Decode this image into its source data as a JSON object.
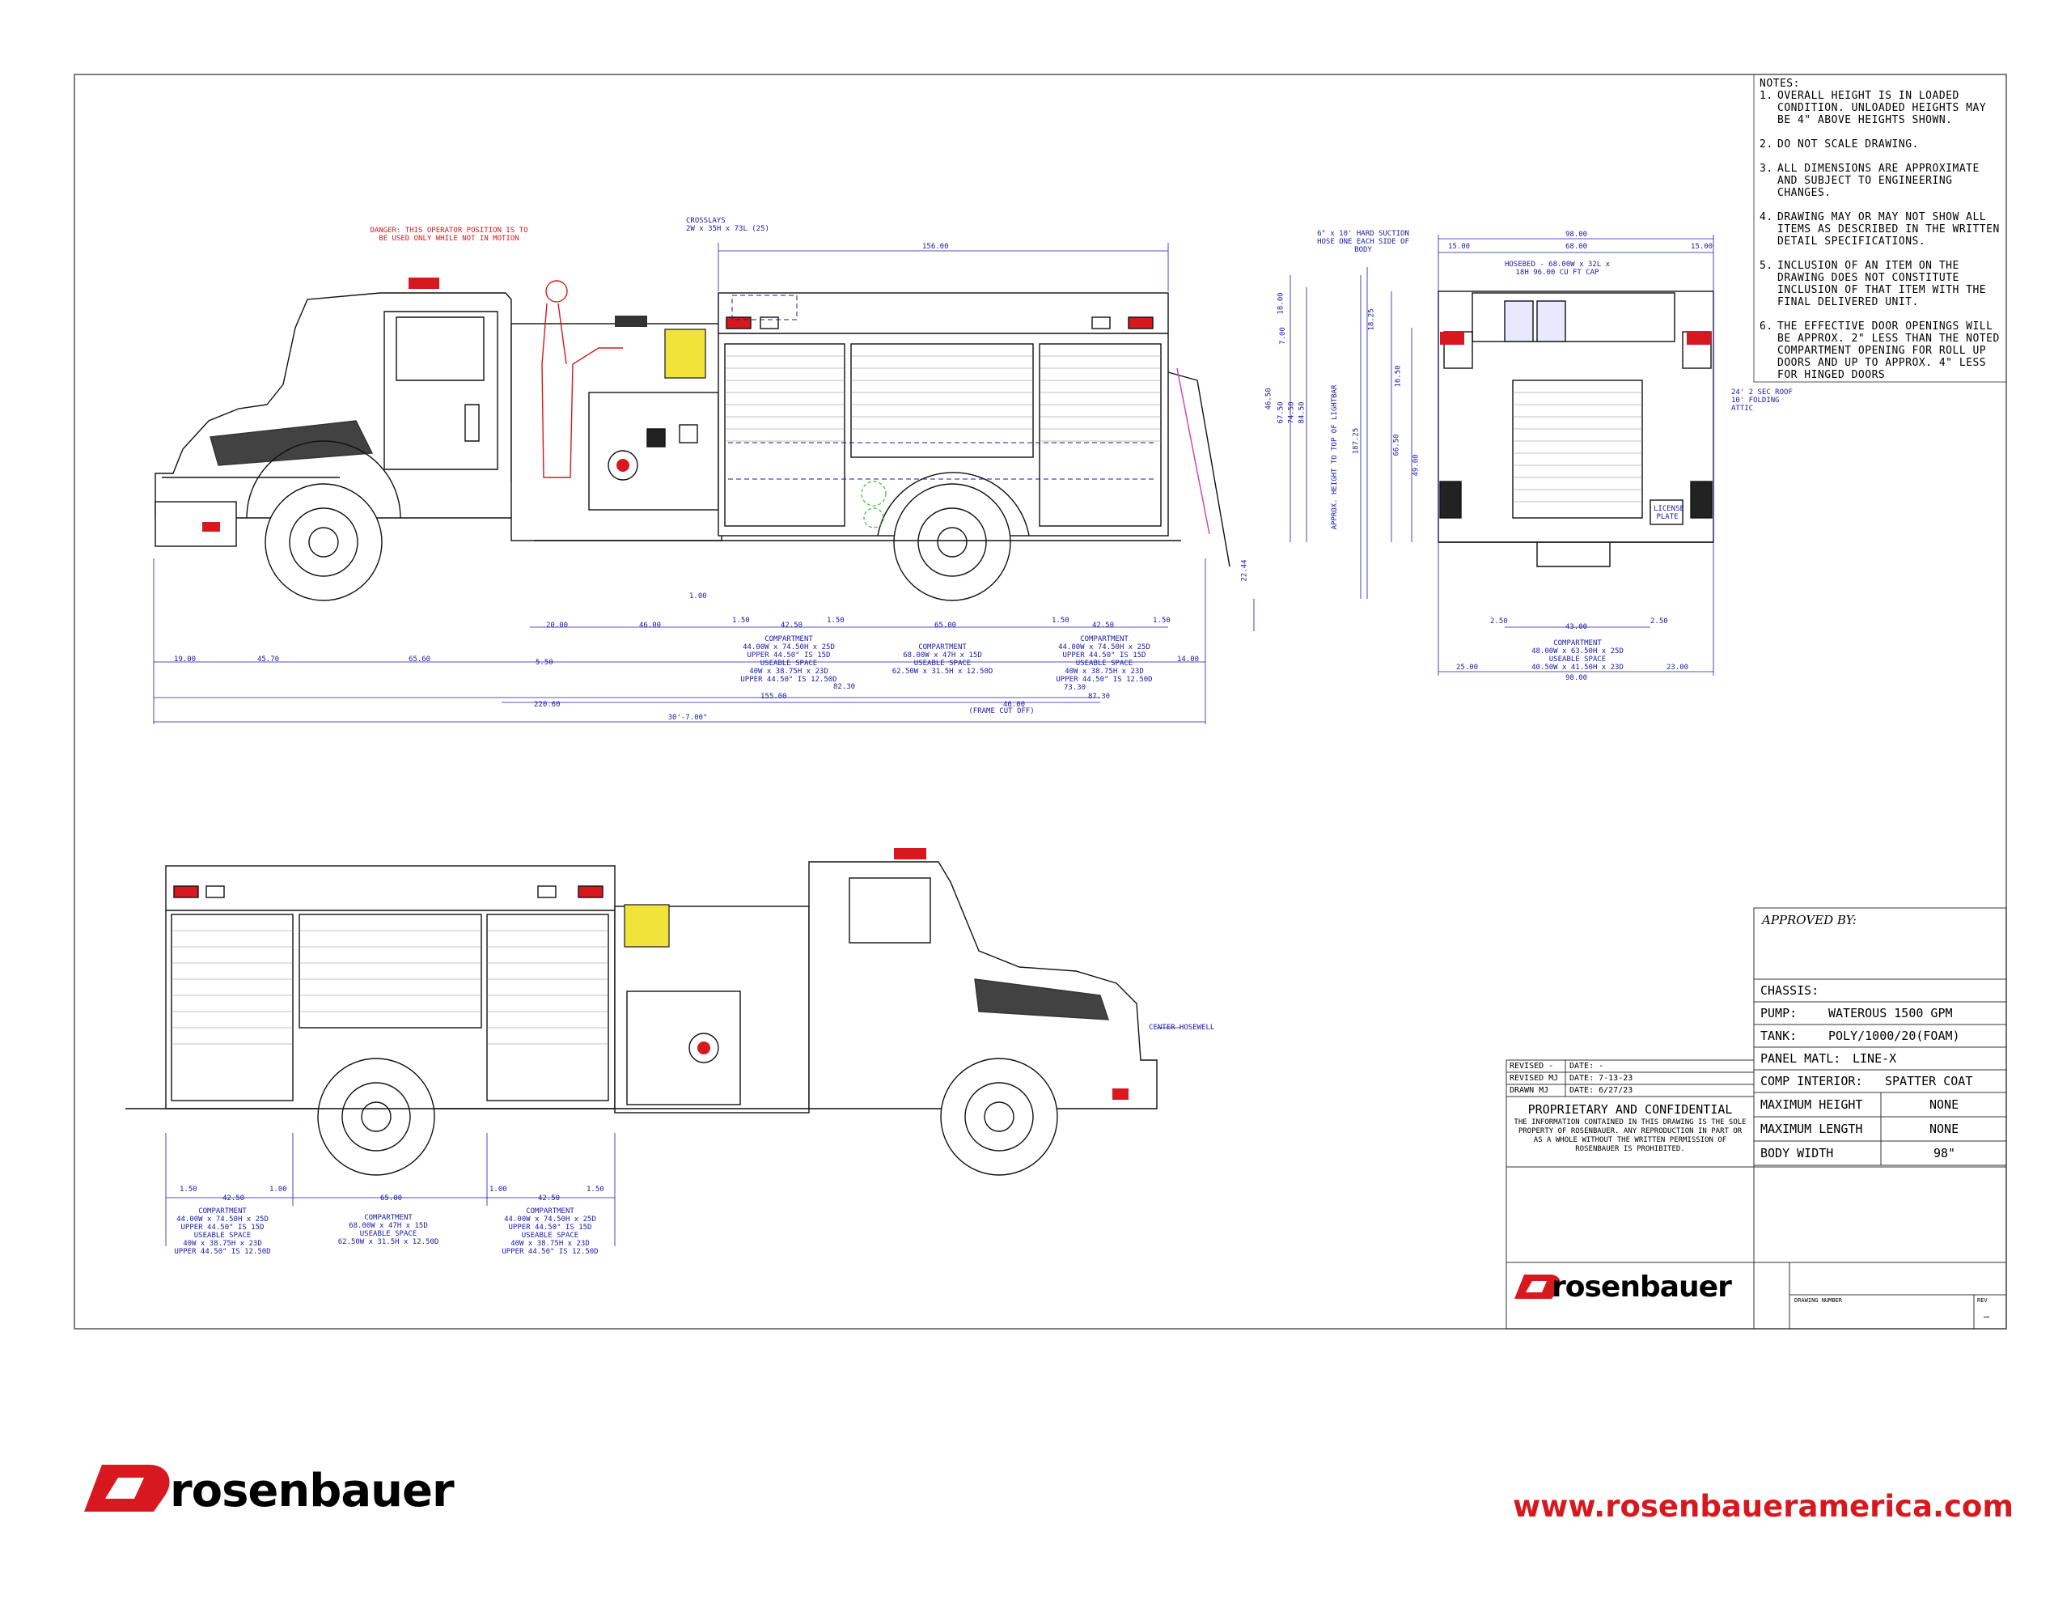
{
  "notes": {
    "heading": "NOTES:",
    "items": [
      {
        "num": "1.",
        "text": "OVERALL HEIGHT IS IN LOADED CONDITION. UNLOADED HEIGHTS MAY BE 4\" ABOVE HEIGHTS SHOWN."
      },
      {
        "num": "2.",
        "text": "DO NOT SCALE DRAWING."
      },
      {
        "num": "3.",
        "text": "ALL DIMENSIONS ARE APPROXIMATE AND SUBJECT TO ENGINEERING CHANGES."
      },
      {
        "num": "4.",
        "text": "DRAWING MAY OR MAY NOT SHOW ALL ITEMS AS DESCRIBED IN THE WRITTEN DETAIL SPECIFICATIONS."
      },
      {
        "num": "5.",
        "text": "INCLUSION OF AN ITEM ON THE DRAWING DOES NOT CONSTITUTE INCLUSION OF THAT ITEM WITH THE FINAL DELIVERED UNIT."
      },
      {
        "num": "6.",
        "text": "THE EFFECTIVE DOOR OPENINGS WILL BE APPROX. 2\" LESS THAN THE NOTED COMPARTMENT OPENING FOR ROLL UP DOORS AND UP TO APPROX. 4\" LESS FOR HINGED DOORS"
      }
    ]
  },
  "annotations": {
    "danger": "DANGER: THIS OPERATOR POSITION IS TO BE USED ONLY WHILE NOT IN MOTION",
    "crosslays": "CROSSLAYS",
    "crosslays_detail": "2W x 35H x 73L (25)",
    "hard_suction": "6\" x 10' HARD SUCTION HOSE ONE EACH SIDE OF BODY",
    "hosebed": "HOSEBED - 68.00W x 32L x 18H 96.00 CU FT CAP",
    "ladder": "24' 2 SEC ROOF 10' FOLDING ATTIC",
    "center_hosewell": "CENTER HOSEWELL",
    "frame_cut": "(FRAME CUT OFF)",
    "overall_length": "30'-7.00\"",
    "overall_height": "APPROX. HEIGHT TO TOP OF LIGHTBAR",
    "license": "LICENSE PLATE"
  },
  "side_dims": {
    "top": [
      "156.00"
    ],
    "lower": [
      "20.00",
      "46.00",
      "1.50",
      "42.50",
      "1.50",
      "65.00",
      "1.50",
      "42.50",
      "1.50"
    ],
    "chassis": [
      "19.00",
      "45.70",
      "65.60",
      "5.50",
      "14.00"
    ],
    "overall": [
      "82.30",
      "73.30",
      "87.30",
      "155.00",
      "220.60",
      "46.00"
    ],
    "height": [
      "18.00",
      "7.00",
      "46.50",
      "67.50",
      "74.50",
      "84.50",
      "187.25",
      "22.44",
      "1.00"
    ]
  },
  "compartments_top": [
    {
      "title": "COMPARTMENT",
      "size": "44.00W x 74.50H x 25D",
      "upper": "UPPER 44.50\" IS 15D",
      "useable": "USEABLE SPACE",
      "usize": "40W x 38.75H x 23D",
      "uupper": "UPPER 44.50\" IS 12.50D"
    },
    {
      "title": "COMPARTMENT",
      "size": "68.00W x 47H x 15D",
      "upper": "",
      "useable": "USEABLE SPACE",
      "usize": "62.50W x 31.5H x 12.50D",
      "uupper": ""
    },
    {
      "title": "COMPARTMENT",
      "size": "44.00W x 74.50H x 25D",
      "upper": "UPPER 44.50\" IS 15D",
      "useable": "USEABLE SPACE",
      "usize": "40W x 38.75H x 23D",
      "uupper": "UPPER 44.50\" IS 12.50D"
    }
  ],
  "rear_dims": {
    "width": "98.00",
    "inner": "68.00",
    "sides": [
      "15.00",
      "15.00"
    ],
    "lower": [
      "2.50",
      "43.00",
      "2.50"
    ],
    "bottom": [
      "25.00",
      "23.00"
    ],
    "compartment": {
      "title": "COMPARTMENT",
      "size": "48.00W x 63.50H x 25D",
      "useable": "USEABLE SPACE",
      "usize": "40.50W x 41.50H x 23D"
    },
    "heights": [
      "18.25",
      "16.50",
      "66.50",
      "49.00"
    ]
  },
  "bottom_dims": {
    "lower": [
      "1.50",
      "42.50",
      "1.00",
      "65.00",
      "1.00",
      "42.50",
      "1.50"
    ],
    "compartments": [
      {
        "title": "COMPARTMENT",
        "size": "44.00W x 74.50H x 25D",
        "upper": "UPPER 44.50\" IS 15D",
        "useable": "USEABLE SPACE",
        "usize": "40W x 38.75H x 23D",
        "uupper": "UPPER 44.50\" IS 12.50D"
      },
      {
        "title": "COMPARTMENT",
        "size": "68.00W x 47H x 15D",
        "upper": "",
        "useable": "USEABLE SPACE",
        "usize": "62.50W x 31.5H x 12.50D",
        "uupper": ""
      },
      {
        "title": "COMPARTMENT",
        "size": "44.00W x 74.50H x 25D",
        "upper": "UPPER 44.50\" IS 15D",
        "useable": "USEABLE SPACE",
        "usize": "40W x 38.75H x 23D",
        "uupper": "UPPER 44.50\" IS 12.50D"
      }
    ]
  },
  "title_block": {
    "approved_by": "APPROVED BY:",
    "rows": [
      {
        "label": "CHASSIS:",
        "value": ""
      },
      {
        "label": "PUMP:",
        "value": "WATEROUS 1500 GPM"
      },
      {
        "label": "TANK:",
        "value": "POLY/1000/20(FOAM)"
      },
      {
        "label": "PANEL MATL:",
        "value": "LINE-X"
      },
      {
        "label": "COMP INTERIOR:",
        "value": "SPATTER COAT"
      },
      {
        "label": "MAXIMUM HEIGHT",
        "value": "NONE"
      },
      {
        "label": "MAXIMUM LENGTH",
        "value": "NONE"
      },
      {
        "label": "BODY WIDTH",
        "value": "98\""
      }
    ],
    "revisions": [
      {
        "rev": "REVISED  -",
        "date": "DATE: -"
      },
      {
        "rev": "REVISED  MJ",
        "date": "DATE: 7-13-23"
      },
      {
        "rev": "DRAWN   MJ",
        "date": "DATE: 6/27/23"
      }
    ],
    "proprietary_title": "PROPRIETARY AND CONFIDENTIAL",
    "proprietary_text": "THE INFORMATION CONTAINED IN THIS DRAWING IS THE SOLE PROPERTY OF ROSENBAUER. ANY REPRODUCTION IN PART OR AS A WHOLE WITHOUT THE WRITTEN PERMISSION OF ROSENBAUER IS PROHIBITED.",
    "drawing_number_label": "DRAWING NUMBER",
    "rev_label": "REV",
    "rev_value": "–"
  },
  "brand": {
    "name": "rosenbauer",
    "url": "www.rosenbaueramerica.com",
    "color": "#d7191f"
  }
}
